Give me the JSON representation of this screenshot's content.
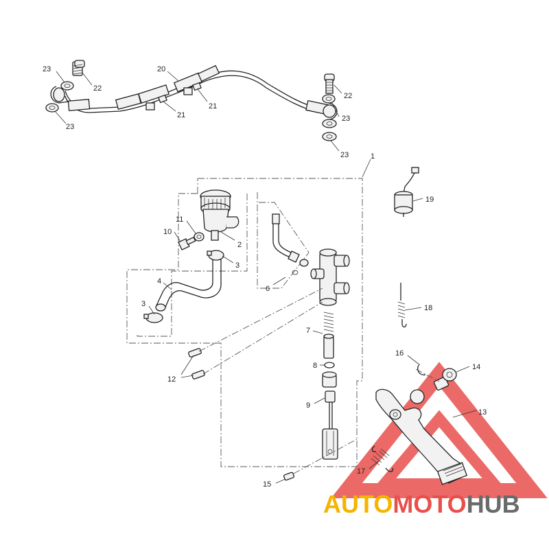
{
  "callouts": {
    "c1": "1",
    "c2": "2",
    "c3a": "3",
    "c3b": "3",
    "c4": "4",
    "c6": "6",
    "c7": "7",
    "c8": "8",
    "c9": "9",
    "c10": "10",
    "c11": "11",
    "c12": "12",
    "c13": "13",
    "c14": "14",
    "c15": "15",
    "c16": "16",
    "c17": "17",
    "c18": "18",
    "c19": "19",
    "c20": "20",
    "c21a": "21",
    "c21b": "21",
    "c22a": "22",
    "c22b": "22",
    "c23a": "23",
    "c23b": "23",
    "c23c": "23",
    "c23d": "23"
  },
  "watermark": {
    "part1": "AUTO",
    "part2": "MOTO",
    "part3": "HUB"
  },
  "colors": {
    "triangle": "#e8504c",
    "auto": "#f5b400",
    "moto": "#e8504c",
    "hub": "#6a6a6a"
  }
}
